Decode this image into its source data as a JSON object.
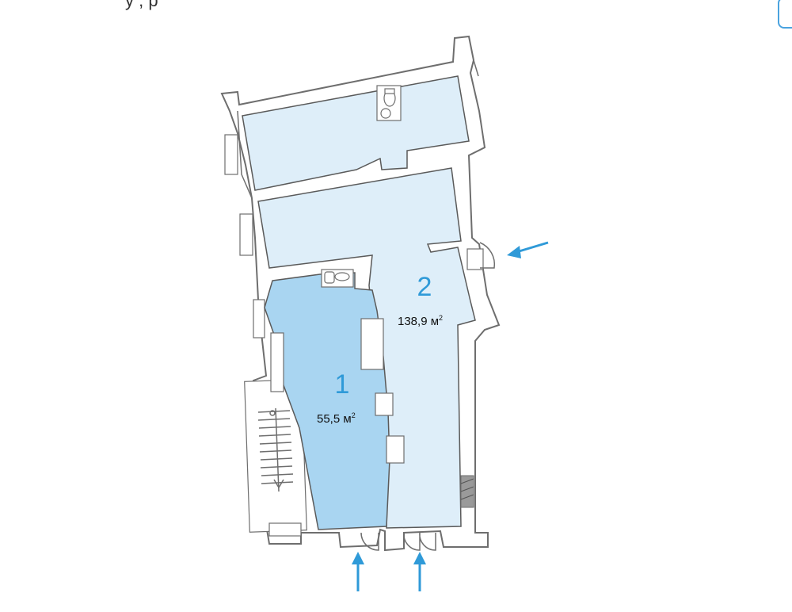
{
  "header_fragment": "у ,       р",
  "colors": {
    "accent": "#2f9ad8",
    "room_light": "#deeef9",
    "room_dark": "#a9d5f1",
    "wall": "#6e6e6e"
  },
  "rooms": [
    {
      "id": "1",
      "number": "1",
      "area_value": "55,5 м",
      "area_sup": "2"
    },
    {
      "id": "2",
      "number": "2",
      "area_value": "138,9 м",
      "area_sup": "2"
    }
  ],
  "entrances": [
    {
      "id": "side",
      "direction": "west"
    },
    {
      "id": "front-left",
      "direction": "north"
    },
    {
      "id": "front-right",
      "direction": "north"
    }
  ],
  "icons": [
    "toilet-icon",
    "sink-icon",
    "door-swing-icon",
    "stairs-icon",
    "entrance-arrow-icon"
  ]
}
